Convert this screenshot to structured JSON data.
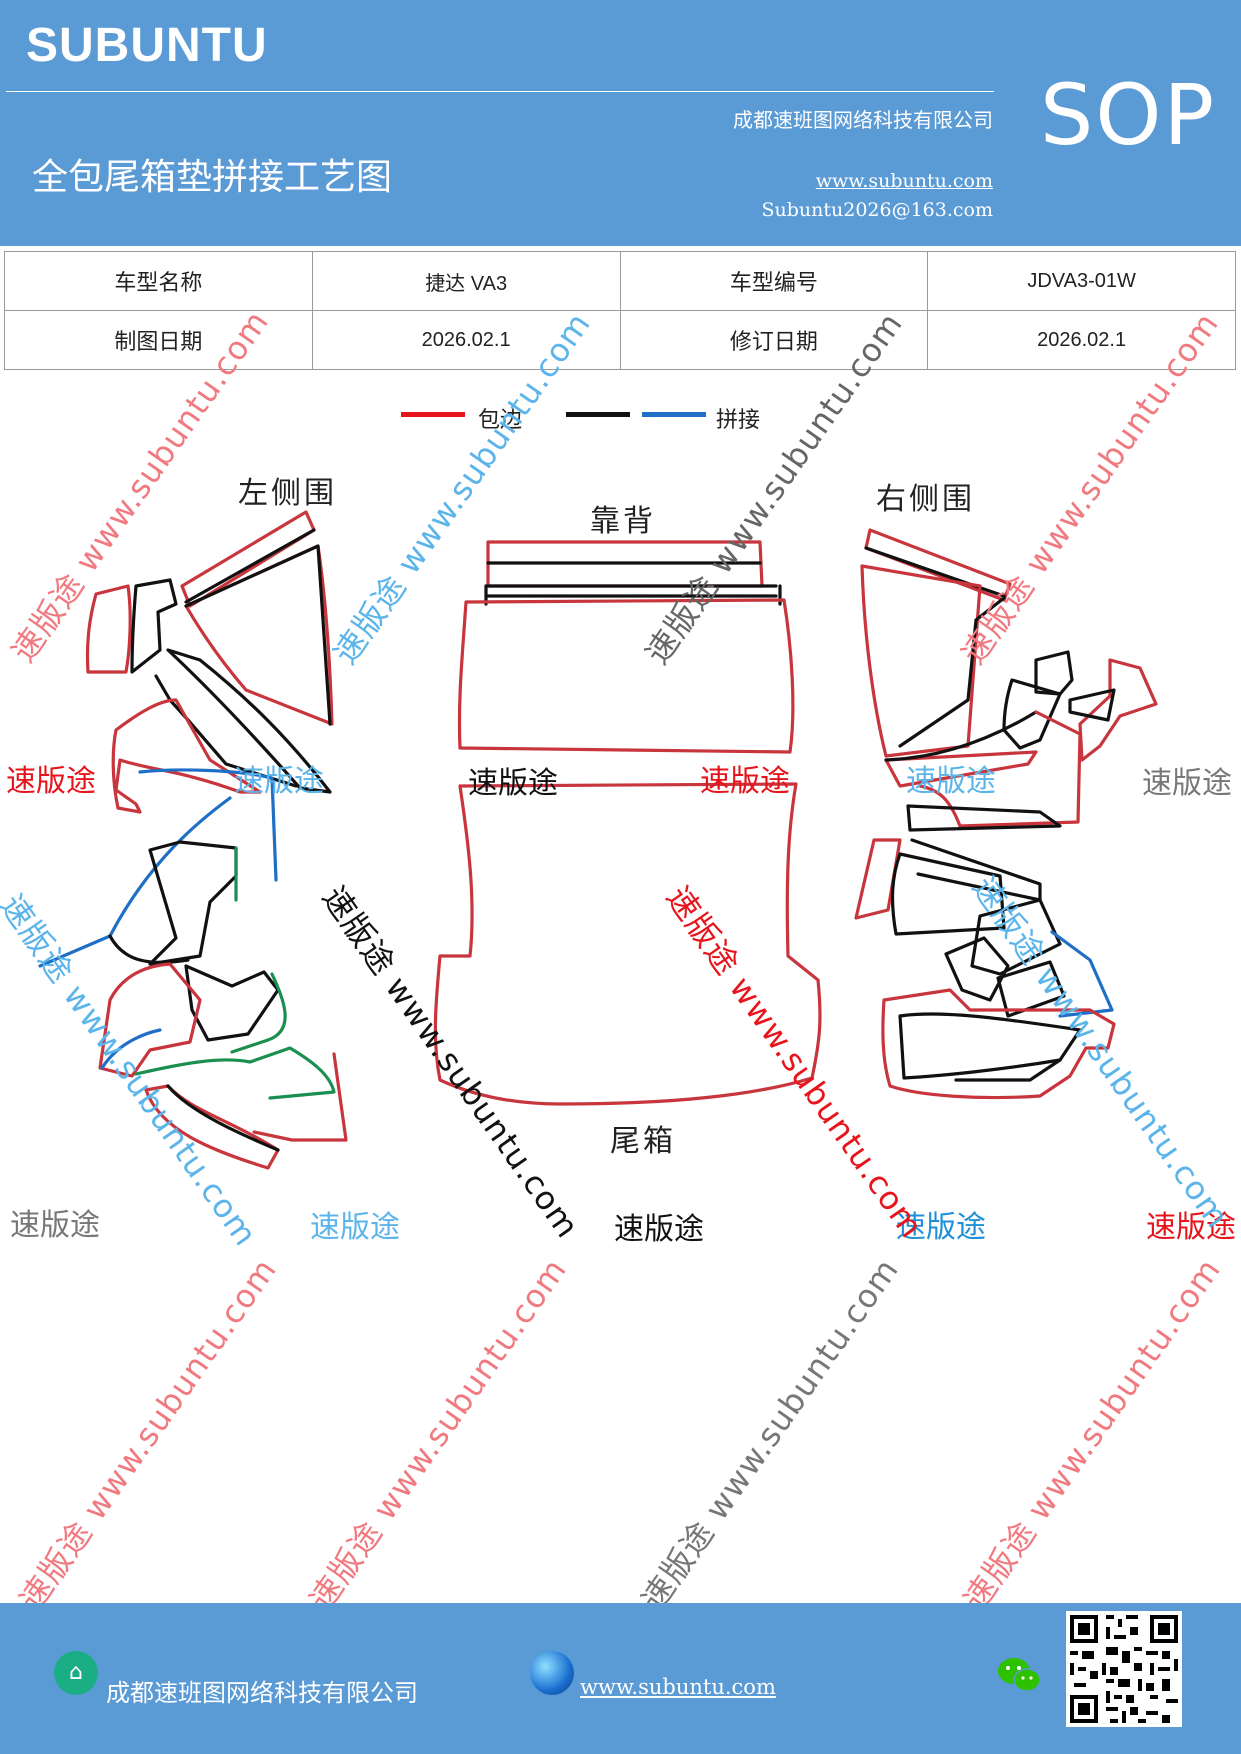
{
  "header": {
    "brand": "SUBUNTU",
    "sop": "SOP",
    "company": "成都速班图网络科技有限公司",
    "title": "全包尾箱垫拼接工艺图",
    "website": "www.subuntu.com",
    "email": "Subuntu2026@163.com"
  },
  "info_table": {
    "row1": [
      "车型名称",
      "捷达 VA3",
      "车型编号",
      "JDVA3-01W"
    ],
    "row2": [
      "制图日期",
      "2026.02.1",
      "修订日期",
      "2026.02.1"
    ]
  },
  "legend": {
    "edge_label": "包边",
    "splice_label": "拼接",
    "colors": {
      "edge": "#e8141c",
      "black": "#111111",
      "splice": "#1e6fc5"
    }
  },
  "sections": {
    "left": "左侧围",
    "back": "靠背",
    "right": "右侧围",
    "trunk": "尾箱"
  },
  "watermarks": {
    "brand_cn": "速版途",
    "diag_text": "速版途 www.subuntu.com",
    "diag_text_short": "www.subuntu.com"
  },
  "footer": {
    "company": "成都速班图网络科技有限公司",
    "website": "www.subuntu.com",
    "home_icon": "home-icon",
    "globe_icon": "globe-icon",
    "wechat_icon": "wechat-icon",
    "qr_icon": "qr-code"
  }
}
